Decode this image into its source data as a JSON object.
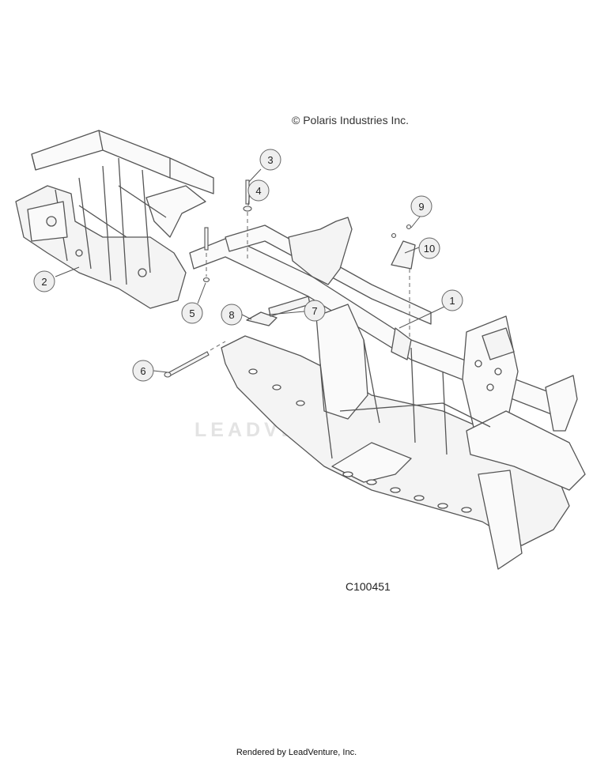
{
  "copyright": "© Polaris Industries Inc.",
  "diagram_code": "C100451",
  "footer": "Rendered by LeadVenture, Inc.",
  "watermark": "LEADVENTURE",
  "callouts": [
    {
      "id": "c1",
      "label": "1"
    },
    {
      "id": "c2",
      "label": "2"
    },
    {
      "id": "c3",
      "label": "3"
    },
    {
      "id": "c4",
      "label": "4"
    },
    {
      "id": "c5",
      "label": "5"
    },
    {
      "id": "c6",
      "label": "6"
    },
    {
      "id": "c7",
      "label": "7"
    },
    {
      "id": "c8",
      "label": "8"
    },
    {
      "id": "c9",
      "label": "9"
    },
    {
      "id": "c10",
      "label": "10"
    }
  ],
  "colors": {
    "line": "#555555",
    "frame_fill": "#f4f4f4",
    "callout_fill": "#efefef"
  }
}
